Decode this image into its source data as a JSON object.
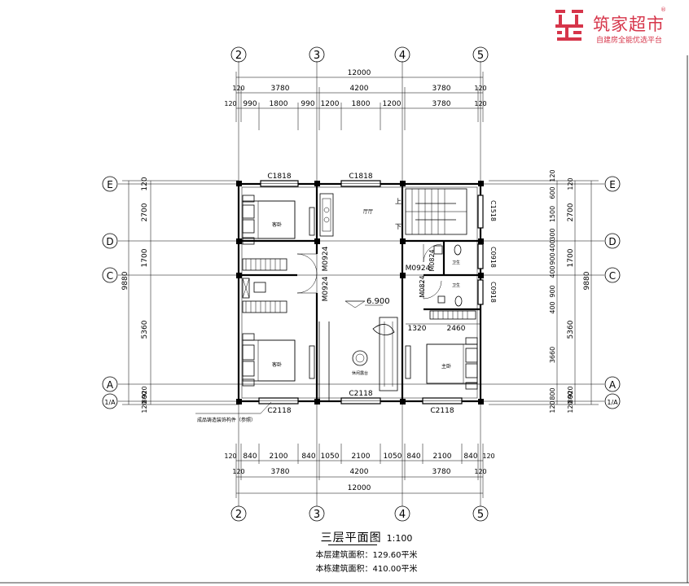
{
  "logo": {
    "brand": "筑家超市",
    "tagline": "自建房全能优选平台",
    "registered": "®",
    "color": "#d6354a"
  },
  "axes": {
    "top": [
      "2",
      "3",
      "4",
      "5"
    ],
    "bottom": [
      "2",
      "3",
      "4",
      "5"
    ],
    "left": [
      "E",
      "D",
      "C",
      "A",
      "1/A"
    ],
    "right": [
      "E",
      "D",
      "C",
      "A",
      "1/A"
    ]
  },
  "dimensions": {
    "top_total": "12000",
    "top_row1": [
      "120",
      "3780",
      "4200",
      "3780",
      "120"
    ],
    "top_row2": [
      "120",
      "990",
      "1800",
      "990",
      "1200",
      "1800",
      "1200",
      "3780",
      "120"
    ],
    "bottom_row1": [
      "120",
      "840",
      "2100",
      "840",
      "1050",
      "2100",
      "1050",
      "840",
      "2100",
      "840",
      "120"
    ],
    "bottom_row2": [
      "120",
      "3780",
      "4200",
      "3780",
      "120"
    ],
    "bottom_total": "12000",
    "left_col": [
      "120",
      "2700",
      "1700",
      "5360",
      "920",
      "120"
    ],
    "left_total": "9880",
    "left_extra": "800",
    "right_col1": [
      "120",
      "600",
      "1500",
      "300",
      "400",
      "900",
      "400",
      "900",
      "400",
      "3660",
      "800",
      "120"
    ],
    "right_col2": [
      "120",
      "2700",
      "1700",
      "5360",
      "920",
      "120"
    ],
    "right_total": "9880",
    "right_extra": "800",
    "room_dims": [
      "1320",
      "2460"
    ]
  },
  "windows": {
    "top": [
      "C1818",
      "C1818"
    ],
    "bottom": [
      "C2118",
      "C2118",
      "C2118"
    ],
    "side": [
      "C1518",
      "C0918",
      "C0918"
    ]
  },
  "doors": [
    "M0924",
    "M0924",
    "M0924",
    "M0824",
    "M0824"
  ],
  "rooms": {
    "bed1": "客卧",
    "bed2": "客卧",
    "master": "主卧",
    "hall": "厅厅",
    "leisure": "休闲露台",
    "bath1": "卫生",
    "bath2": "卫生"
  },
  "stairs": {
    "up": "上",
    "down": "下"
  },
  "elevation": "6.900",
  "note": "成品铸造装饰构件（参照）",
  "title": {
    "name": "三层平面图",
    "scale": "1:100",
    "floor_area": "本层建筑面积：129.60平米",
    "total_area": "本栋建筑面积：410.00平米"
  }
}
